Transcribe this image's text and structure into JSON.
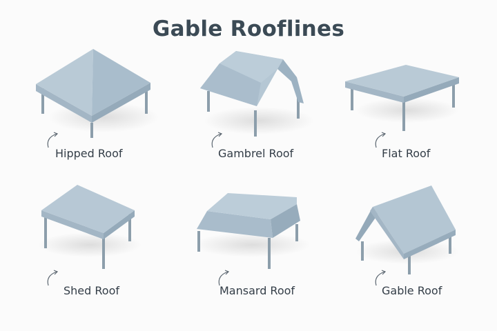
{
  "title": "Gable Rooflines",
  "colors": {
    "roof_light": "#b7c8d5",
    "roof_mid": "#a7bbca",
    "roof_dark": "#93a8b8",
    "leg": "#8c9eab",
    "text": "#333d47",
    "title": "#3b4a55"
  },
  "roofs": [
    {
      "label": "Hipped Roof",
      "icon": "hipped-roof-icon"
    },
    {
      "label": "Gambrel Roof",
      "icon": "gambrel-roof-icon"
    },
    {
      "label": "Flat Roof",
      "icon": "flat-roof-icon"
    },
    {
      "label": "Shed Roof",
      "icon": "shed-roof-icon"
    },
    {
      "label": "Mansard Roof",
      "icon": "mansard-roof-icon"
    },
    {
      "label": "Gable Roof",
      "icon": "gable-roof-icon"
    }
  ]
}
